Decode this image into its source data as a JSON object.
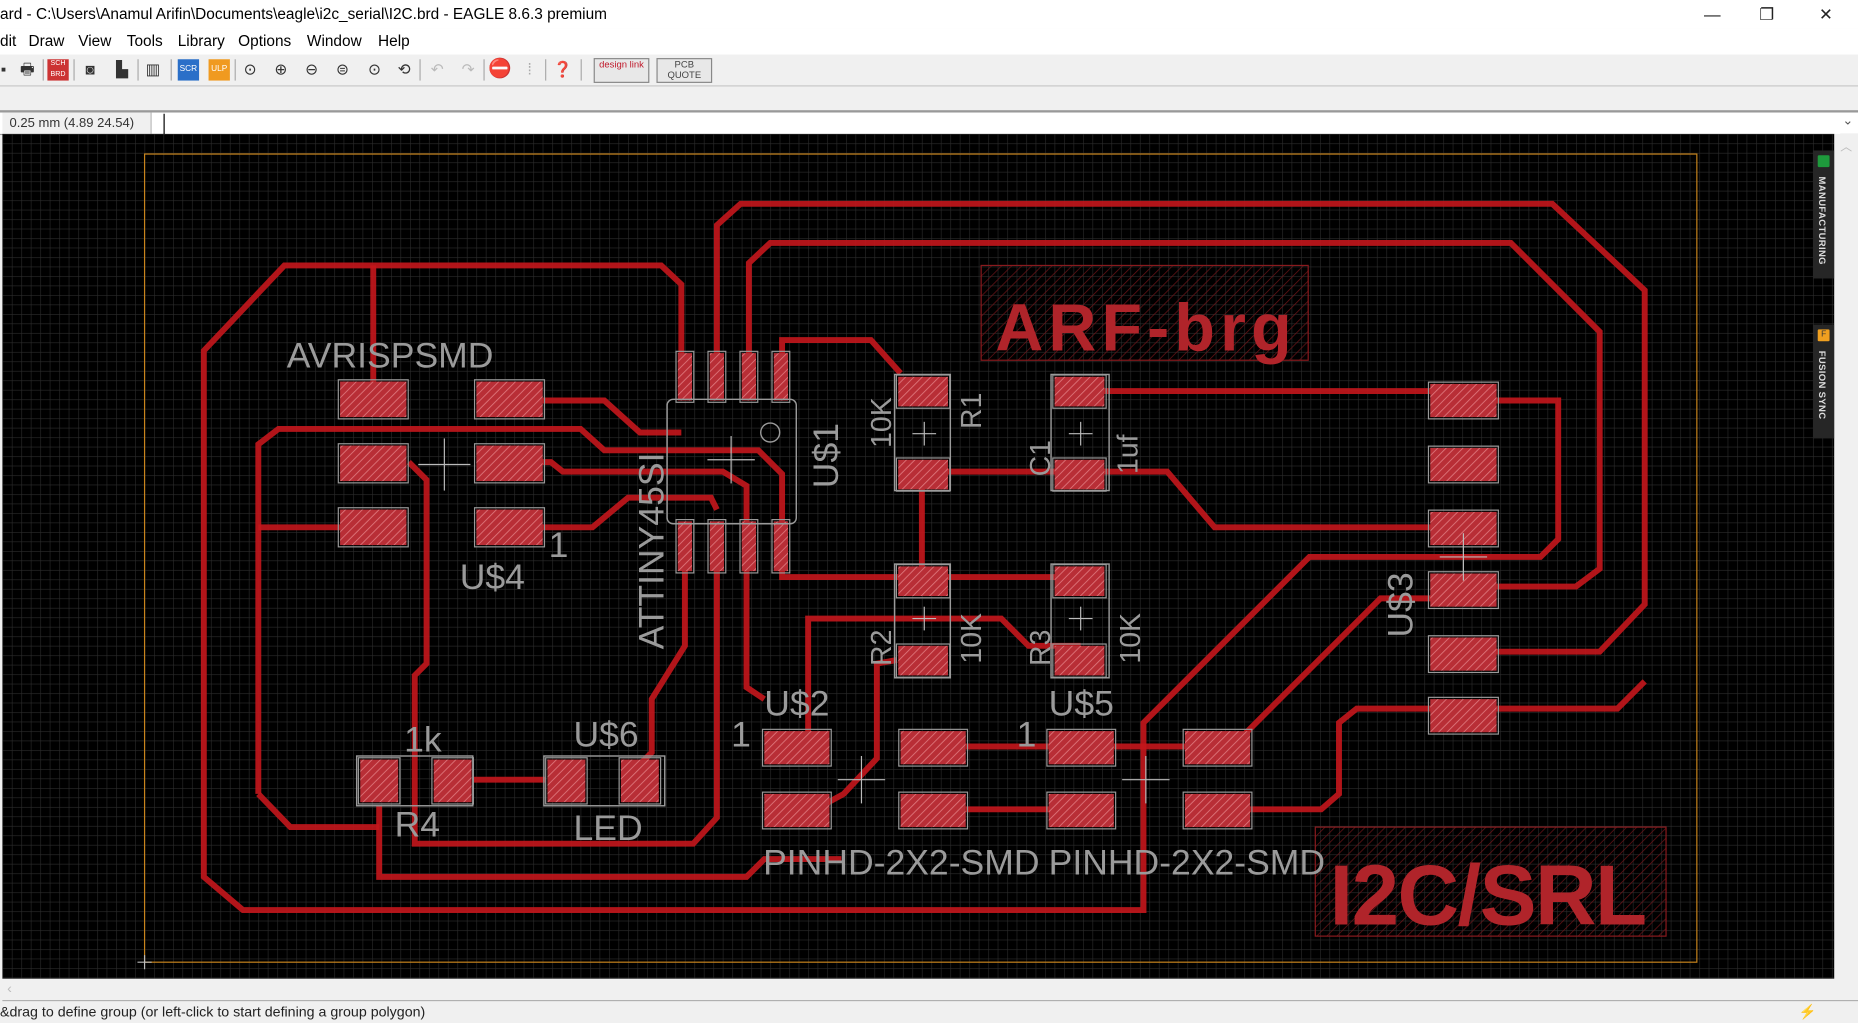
{
  "window": {
    "title": "ard - C:\\Users\\Anamul Arifin\\Documents\\eagle\\i2c_serial\\I2C.brd - EAGLE 8.6.3 premium",
    "minimize": "—",
    "restore": "❐",
    "close": "✕"
  },
  "menu": [
    "dit",
    "Draw",
    "View",
    "Tools",
    "Library",
    "Options",
    "Window",
    "Help"
  ],
  "toolbar": {
    "icons": [
      "save-icon",
      "print-icon",
      "sch-brd-switch-icon",
      "cam-icon",
      "manufacturing-icon",
      "layers-icon",
      "script-icon",
      "ulp-icon",
      "zoom-fit-icon",
      "zoom-in-icon",
      "zoom-out-icon",
      "zoom-select-icon",
      "zoom-area-icon",
      "redraw-icon",
      "undo-icon",
      "redo-icon",
      "stop-icon",
      "go-icon",
      "help-icon"
    ],
    "scr": "SCR",
    "ulp": "ULP",
    "sch": "SCH BRD",
    "designlink": "design link",
    "pcbquote": "PCB QUOTE"
  },
  "command": {
    "coordinate": "0.25 mm (4.89 24.54)",
    "value": ""
  },
  "sidepanel": {
    "manufacturing": "MANUFACTURING",
    "fusion_sync": "FUSION SYNC",
    "manufacturing_color": "#1e9a3c",
    "fusion_color": "#f0a020"
  },
  "board": {
    "labels": {
      "avrisp": "AVRISPSMD",
      "us4": "U$4",
      "us4_pin1": "1",
      "attiny": "ATTINY45SI",
      "us1": "U$1",
      "r1_val": "10K",
      "r1": "R1",
      "c1": "C1",
      "c1_val": "1uf",
      "r2": "R2",
      "r2_val": "10K",
      "r3": "R3",
      "r3_val": "10K",
      "us3": "U$3",
      "us2": "U$2",
      "us2_pin1": "1",
      "us5": "U$5",
      "us5_pin1": "1",
      "r4_val": "1k",
      "r4": "R4",
      "us6": "U$6",
      "led": "LED",
      "pinhd1": "PINHD-2X2-SMD",
      "pinhd2": "PINHD-2X2-SMD"
    },
    "silkscreen": {
      "arf": "ARF-brg",
      "i2c": "I2C/SRL"
    },
    "colors": {
      "trace": "#c4161c",
      "pad": "#c0303a",
      "outline": "#d08a1a",
      "silk": "#9a9a9a",
      "grid": "#2a2a2a"
    }
  },
  "status": {
    "text": "&drag to define group (or left-click to start defining a group polygon)"
  }
}
